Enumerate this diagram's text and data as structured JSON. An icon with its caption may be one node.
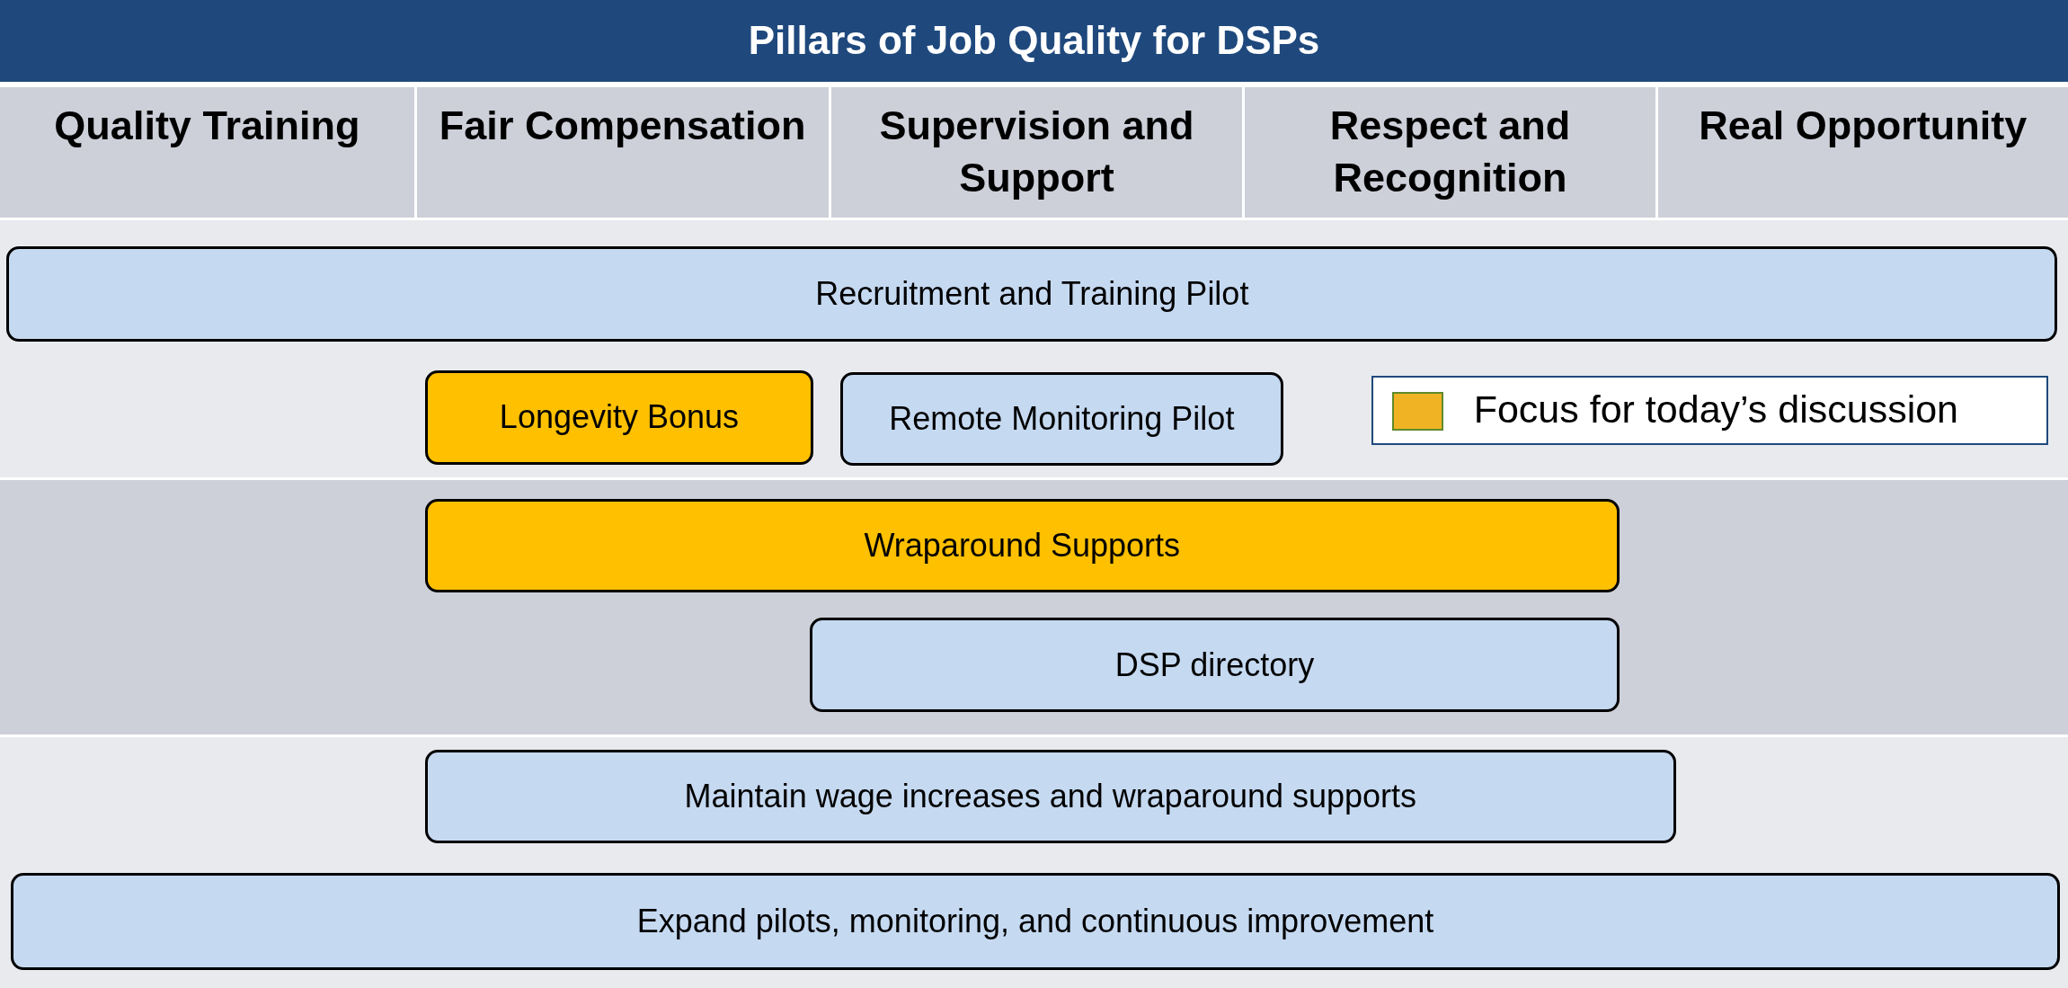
{
  "diagram": {
    "title": "Pillars of Job Quality for DSPs",
    "nodes": [
      {
        "text": [
          "Quality Training"
        ]
      },
      {
        "text": [
          "Fair Compensation"
        ]
      },
      {
        "text": [
          "Supervision and Support"
        ]
      },
      {
        "text": [
          "Respect and Recognition"
        ]
      },
      {
        "text": [
          "Real Opportunity"
        ]
      },
      {
        "text": [
          "Recruitment and Training Pilot"
        ]
      },
      {
        "text": [
          "Longevity Bonus"
        ]
      },
      {
        "text": [
          "Remote Monitoring Pilot"
        ]
      },
      {
        "text": [
          "Wraparound Supports"
        ]
      },
      {
        "text": [
          "DSP directory"
        ]
      },
      {
        "text": [
          "Maintain wage increases and wraparound supports"
        ]
      },
      {
        "text": [
          "Expand pilots, monitoring, and continuous improvement"
        ]
      }
    ],
    "legend": [
      {
        "text": "Focus for today’s discussion",
        "color": "#f0b323"
      }
    ]
  }
}
